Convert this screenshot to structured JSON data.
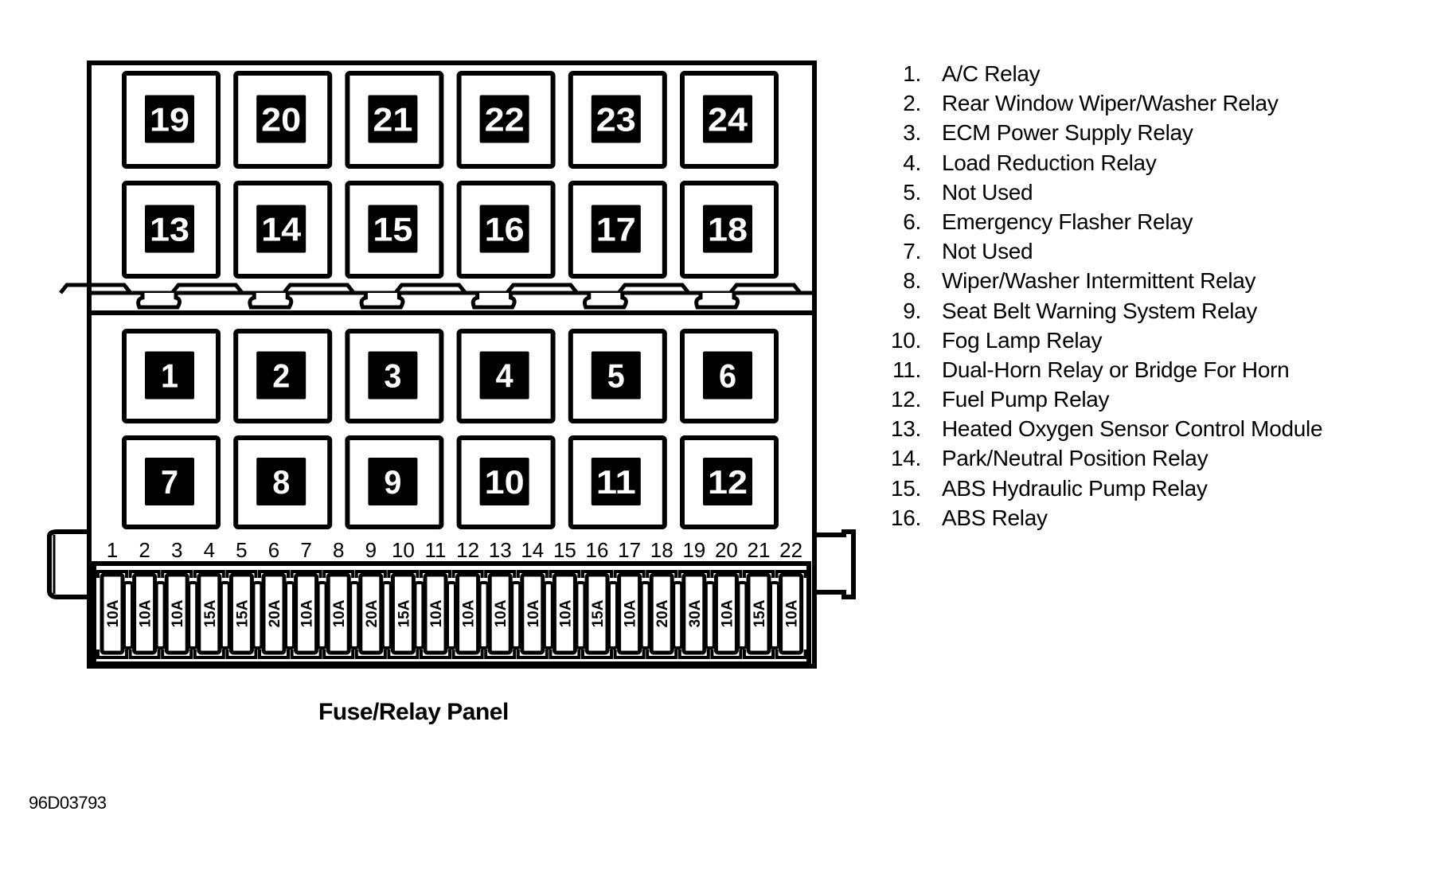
{
  "panel": {
    "title": "Fuse/Relay Panel",
    "figure_code": "96D03793",
    "relay_rows": [
      [
        "19",
        "20",
        "21",
        "22",
        "23",
        "24"
      ],
      [
        "13",
        "14",
        "15",
        "16",
        "17",
        "18"
      ],
      [
        "1",
        "2",
        "3",
        "4",
        "5",
        "6"
      ],
      [
        "7",
        "8",
        "9",
        "10",
        "11",
        "12"
      ]
    ],
    "fuses": [
      {
        "number": "1",
        "rating": "10A"
      },
      {
        "number": "2",
        "rating": "10A"
      },
      {
        "number": "3",
        "rating": "10A"
      },
      {
        "number": "4",
        "rating": "15A"
      },
      {
        "number": "5",
        "rating": "15A"
      },
      {
        "number": "6",
        "rating": "20A"
      },
      {
        "number": "7",
        "rating": "10A"
      },
      {
        "number": "8",
        "rating": "10A"
      },
      {
        "number": "9",
        "rating": "20A"
      },
      {
        "number": "10",
        "rating": "15A"
      },
      {
        "number": "11",
        "rating": "10A"
      },
      {
        "number": "12",
        "rating": "10A"
      },
      {
        "number": "13",
        "rating": "10A"
      },
      {
        "number": "14",
        "rating": "10A"
      },
      {
        "number": "15",
        "rating": "10A"
      },
      {
        "number": "16",
        "rating": "15A"
      },
      {
        "number": "17",
        "rating": "10A"
      },
      {
        "number": "18",
        "rating": "20A"
      },
      {
        "number": "19",
        "rating": "30A"
      },
      {
        "number": "20",
        "rating": "10A"
      },
      {
        "number": "21",
        "rating": "15A"
      },
      {
        "number": "22",
        "rating": "10A"
      }
    ]
  },
  "legend": [
    {
      "num": "1.",
      "label": "A/C Relay"
    },
    {
      "num": "2.",
      "label": "Rear Window Wiper/Washer Relay"
    },
    {
      "num": "3.",
      "label": "ECM Power Supply Relay"
    },
    {
      "num": "4.",
      "label": "Load Reduction Relay"
    },
    {
      "num": "5.",
      "label": "Not Used"
    },
    {
      "num": "6.",
      "label": "Emergency Flasher Relay"
    },
    {
      "num": "7.",
      "label": "Not Used"
    },
    {
      "num": "8.",
      "label": "Wiper/Washer Intermittent Relay"
    },
    {
      "num": "9.",
      "label": "Seat Belt Warning System Relay"
    },
    {
      "num": "10.",
      "label": "Fog Lamp Relay"
    },
    {
      "num": "11.",
      "label": "Dual-Horn Relay or Bridge For Horn"
    },
    {
      "num": "12.",
      "label": "Fuel Pump Relay"
    },
    {
      "num": "13.",
      "label": "Heated Oxygen Sensor Control Module"
    },
    {
      "num": "14.",
      "label": "Park/Neutral Position Relay"
    },
    {
      "num": "15.",
      "label": "ABS Hydraulic Pump Relay"
    },
    {
      "num": "16.",
      "label": "ABS Relay"
    }
  ],
  "colors": {
    "ink": "#000000",
    "paper": "#ffffff"
  }
}
